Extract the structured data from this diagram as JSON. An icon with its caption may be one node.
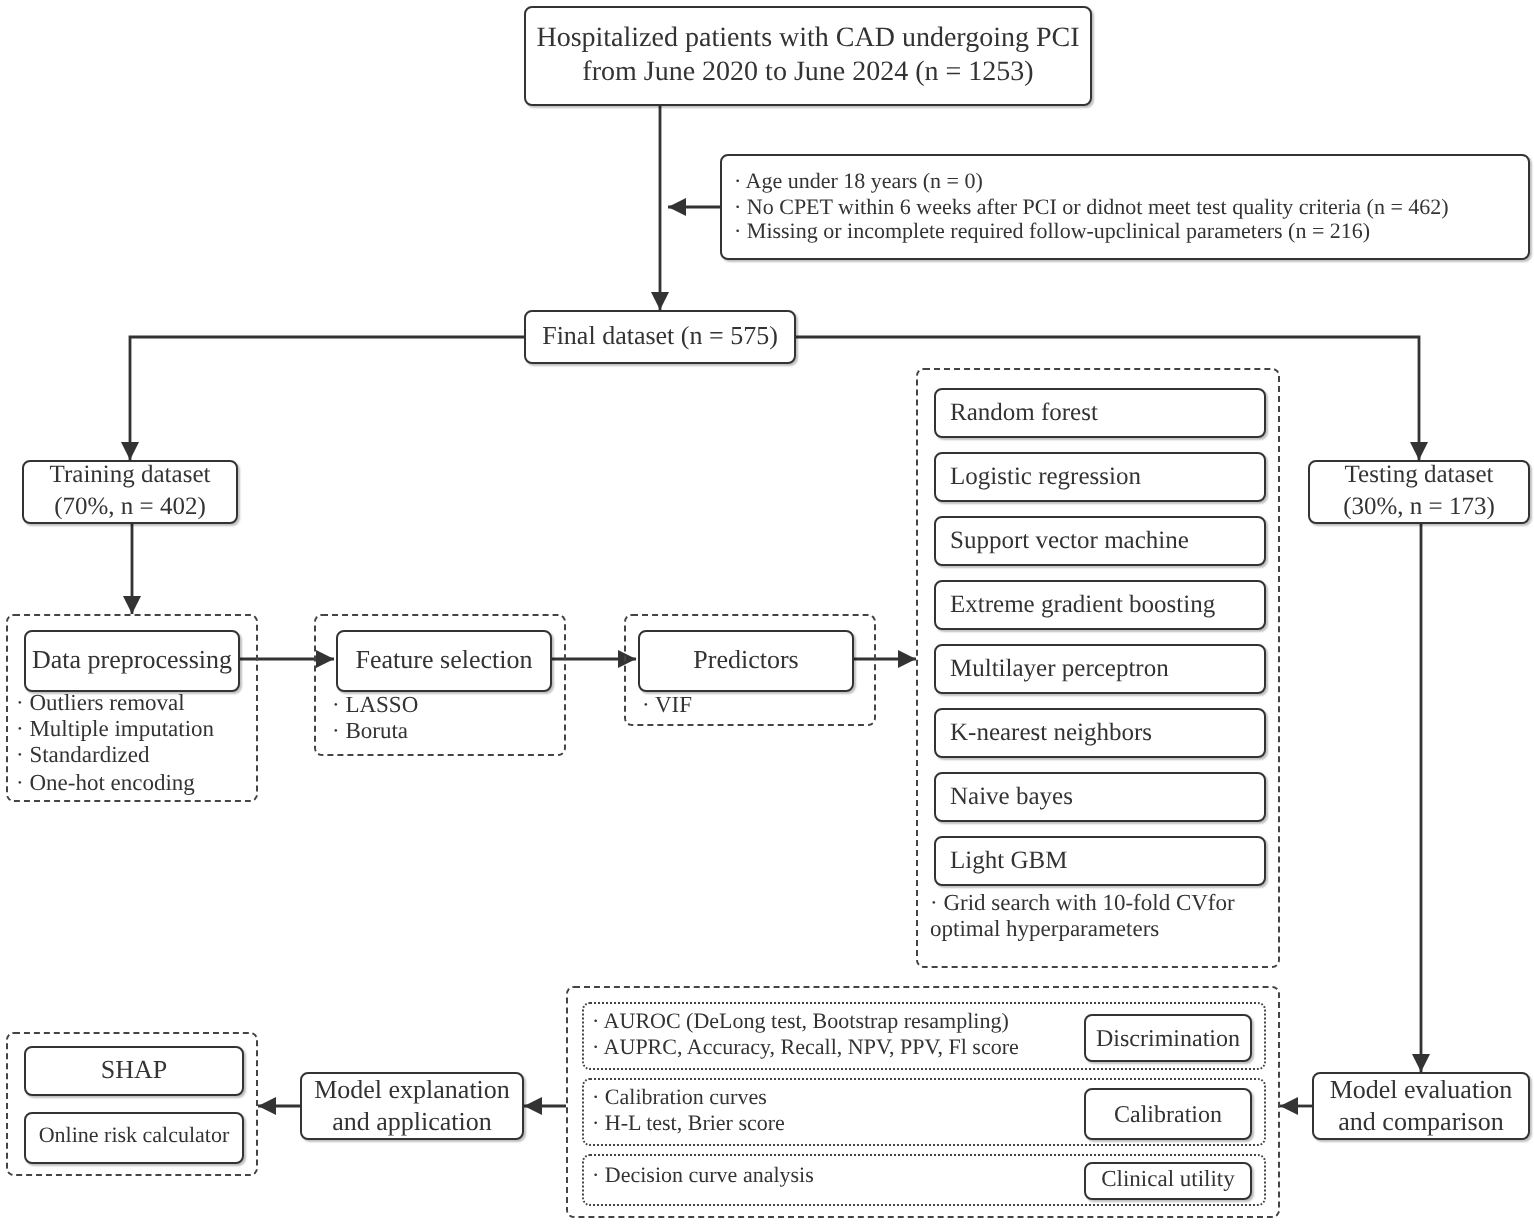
{
  "diagram": {
    "nodes": [
      {
        "text": [
          "Hospitalized patients with CAD undergoing PCI from June 2020 to June 2024 (n = 1253)"
        ]
      },
      {
        "text": [
          "· Age under 18 years (n = 0)",
          "· No CPET within 6 weeks after PCI or didnot meet test quality criteria (n = 462)",
          "· Missing or incomplete required follow-upclinical parameters (n = 216)"
        ]
      },
      {
        "text": [
          "Final dataset (n = 575)"
        ]
      },
      {
        "text": [
          "Training dataset (70%, n = 402)"
        ]
      },
      {
        "text": [
          "· Outliers removal",
          "· Multiple imputation",
          "· Standardized",
          "· One-hot encoding"
        ]
      },
      {
        "text": [
          "Data preprocessing"
        ],
        "in": 4
      },
      {
        "text": [
          "· LASSO",
          "· Boruta"
        ]
      },
      {
        "text": [
          "Feature selection"
        ],
        "in": 6
      },
      {
        "text": [
          "· VIF"
        ]
      },
      {
        "text": [
          "Predictors"
        ],
        "in": 8
      },
      {
        "text": [
          "· Grid search with 10-fold CVfor optimal hyperparameters"
        ]
      },
      {
        "text": [
          "Random forest"
        ],
        "in": 10
      },
      {
        "text": [
          "Logistic regression"
        ],
        "in": 10
      },
      {
        "text": [
          "Support vector machine"
        ],
        "in": 10
      },
      {
        "text": [
          "Extreme gradient boosting"
        ],
        "in": 10
      },
      {
        "text": [
          "Multilayer perceptron"
        ],
        "in": 10
      },
      {
        "text": [
          "K-nearest neighbors"
        ],
        "in": 10
      },
      {
        "text": [
          "Naive bayes"
        ],
        "in": 10
      },
      {
        "text": [
          "Light GBM"
        ],
        "in": 10
      },
      {
        "text": [
          "Testing dataset (30%, n = 173)"
        ]
      },
      {
        "text": [
          "Model evaluation and comparison"
        ]
      },
      {
        "text": [],
        "shape": "box"
      },
      {
        "text": [
          "· AUROC (DeLong test, Bootstrap resampling)",
          "· AUPRC, Accuracy, Recall, NPV, PPV, Fl score"
        ],
        "in": 21
      },
      {
        "text": [
          "Discrimination"
        ],
        "in": 22
      },
      {
        "text": [
          "· Calibration curves",
          "· H-L test, Brier score"
        ],
        "in": 21
      },
      {
        "text": [
          "Calibration"
        ],
        "in": 24
      },
      {
        "text": [
          "· Decision curve analysis"
        ],
        "in": 21
      },
      {
        "text": [
          "Clinical utility"
        ],
        "in": 26
      },
      {
        "text": [
          "Model explanation and application"
        ]
      },
      {
        "text": [],
        "shape": "box"
      },
      {
        "text": [
          "SHAP"
        ],
        "in": 29
      },
      {
        "text": [
          "Online risk calculator"
        ],
        "in": 29
      }
    ],
    "edges": [
      {
        "from": 0,
        "to": 2,
        "arrow": "to"
      },
      {
        "from": 1,
        "to": null,
        "arrow": "to"
      },
      {
        "from": 2,
        "to": 3,
        "arrow": "to"
      },
      {
        "from": 2,
        "to": 19,
        "arrow": "to"
      },
      {
        "from": 3,
        "to": 4,
        "arrow": "to"
      },
      {
        "from": 5,
        "to": 7,
        "arrow": "to"
      },
      {
        "from": 7,
        "to": 9,
        "arrow": "to"
      },
      {
        "from": 9,
        "to": 10,
        "arrow": "to"
      },
      {
        "from": 19,
        "to": 20,
        "arrow": "to"
      },
      {
        "from": 20,
        "to": 21,
        "arrow": "to"
      },
      {
        "from": 21,
        "to": 28,
        "arrow": "to"
      },
      {
        "from": 28,
        "to": 29,
        "arrow": "to"
      }
    ]
  }
}
